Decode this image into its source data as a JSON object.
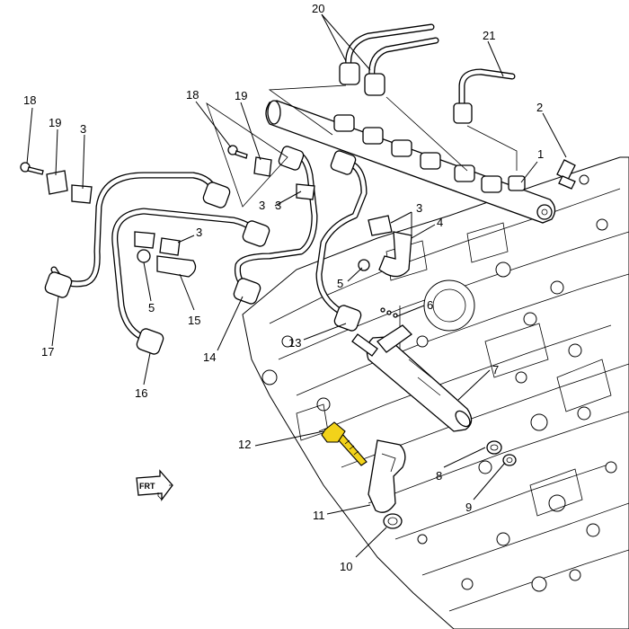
{
  "diagram": {
    "callouts": [
      "1",
      "2",
      "3",
      "3",
      "3",
      "3",
      "3",
      "4",
      "5",
      "5",
      "6",
      "7",
      "8",
      "9",
      "10",
      "11",
      "12",
      "13",
      "14",
      "15",
      "16",
      "17",
      "18",
      "18",
      "19",
      "19",
      "20",
      "21"
    ],
    "forward_indicator": {
      "label": "FRT",
      "icon": "forward-arrow-icon"
    },
    "highlight_color": "#f2d21a"
  }
}
